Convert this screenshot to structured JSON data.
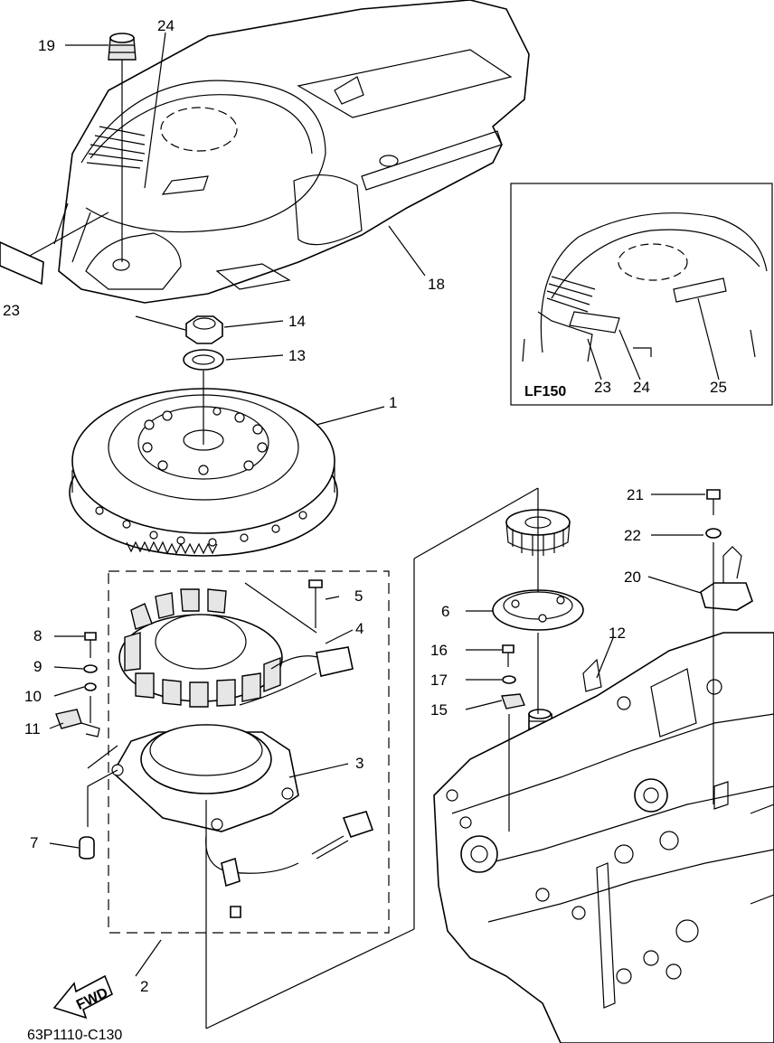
{
  "diagram": {
    "drawing_code": "63P1110-C130",
    "fwd_label": "FWD",
    "inset_model": "LF150",
    "callouts": {
      "c1": "1",
      "c2": "2",
      "c3": "3",
      "c4": "4",
      "c5": "5",
      "c6": "6",
      "c7": "7",
      "c8": "8",
      "c9": "9",
      "c10": "10",
      "c11": "11",
      "c12": "12",
      "c13": "13",
      "c14": "14",
      "c15": "15",
      "c16": "16",
      "c17": "17",
      "c18": "18",
      "c19": "19",
      "c20": "20",
      "c21": "21",
      "c22": "22",
      "c23": "23",
      "c24": "24",
      "inset_23": "23",
      "inset_24": "24",
      "inset_25": "25"
    }
  }
}
